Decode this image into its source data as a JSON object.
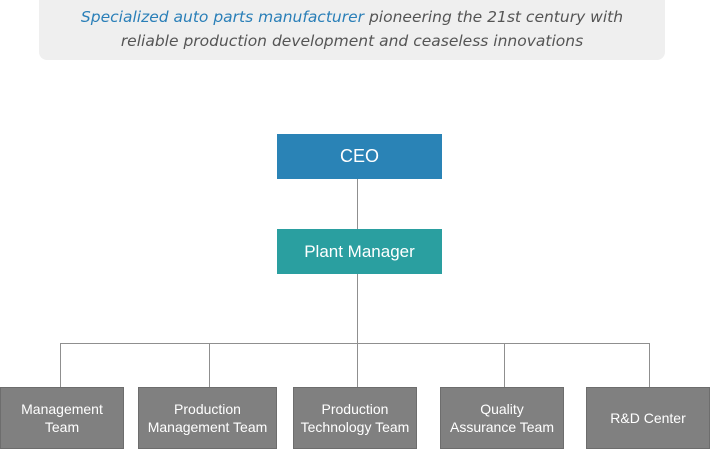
{
  "banner": {
    "accent_text": "Specialized auto parts manufacturer",
    "rest_line1": " pioneering the 21st century with",
    "line2": "reliable production development and ceaseless innovations"
  },
  "org": {
    "ceo": "CEO",
    "plant_manager": "Plant Manager",
    "teams": [
      {
        "line1": "Management",
        "line2": "Team"
      },
      {
        "line1": "Production",
        "line2": "Management Team"
      },
      {
        "line1": "Production",
        "line2": "Technology Team"
      },
      {
        "line1": "Quality",
        "line2": "Assurance Team"
      },
      {
        "line1": "R&D Center",
        "line2": ""
      }
    ]
  },
  "colors": {
    "ceo": "#2a83b6",
    "plant_manager": "#2a9fa0",
    "team": "#808080",
    "accent_text": "#2a7fb8",
    "connector": "#8f8f8f"
  }
}
